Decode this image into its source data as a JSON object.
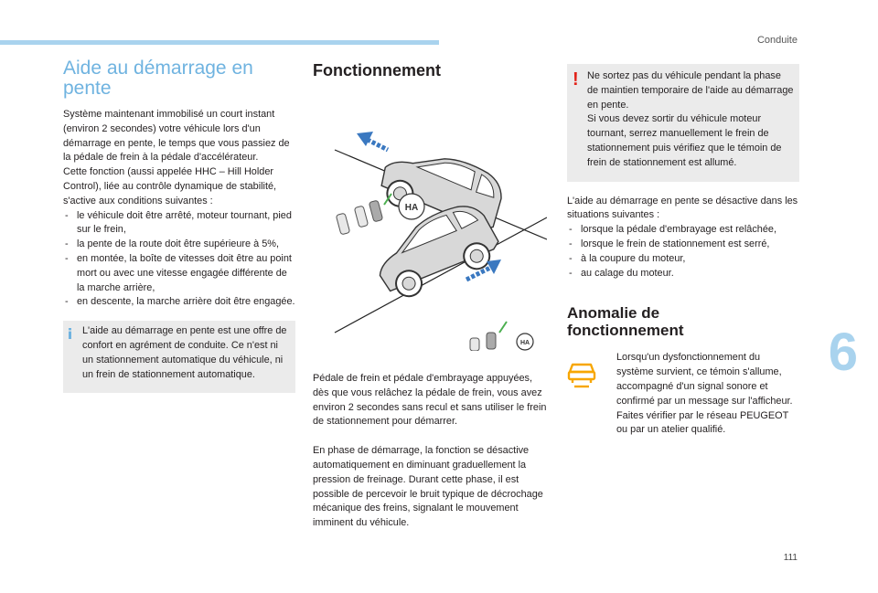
{
  "header": {
    "section": "Conduite"
  },
  "chapter_number": "6",
  "page_number": "111",
  "left": {
    "title_line1": "Aide au démarrage en",
    "title_line2": "pente",
    "intro": "Système maintenant immobilisé un court instant (environ 2 secondes) votre véhicule lors d'un démarrage en pente, le temps que vous passiez de la pédale de frein à la pédale d'accélérateur.",
    "intro2": "Cette fonction (aussi appelée HHC – Hill Holder Control), liée au contrôle dynamique de stabilité, s'active aux conditions suivantes :",
    "conditions": [
      "le véhicule doit être arrêté, moteur tournant, pied sur le frein,",
      "la pente de la route doit être supérieure à 5%,",
      "en montée, la boîte de vitesses doit être au point mort ou avec une vitesse engagée différente de la marche arrière,",
      "en descente, la marche arrière doit être engagée."
    ],
    "info": "L'aide au démarrage en pente est une offre de confort en agrément de conduite. Ce n'est ni un stationnement automatique du véhicule, ni un frein de stationnement automatique."
  },
  "middle": {
    "title": "Fonctionnement",
    "para1": "Pédale de frein et pédale d'embrayage appuyées, dès que vous relâchez la pédale de frein, vous avez environ 2 secondes sans recul et sans utiliser le frein de stationnement pour démarrer.",
    "para2": "En phase de démarrage, la fonction se désactive automatiquement en diminuant graduellement la pression de freinage. Durant cette phase, il est possible de percevoir le bruit typique de décrochage mécanique des freins, signalant le mouvement imminent du véhicule."
  },
  "right": {
    "warning": "Ne sortez pas du véhicule pendant la phase de maintien temporaire de l'aide au démarrage en pente.",
    "warning2": "Si vous devez sortir du véhicule moteur tournant, serrez manuellement le frein de stationnement puis vérifiez que le témoin de frein de stationnement est allumé.",
    "deact_intro": "L'aide au démarrage en pente se désactive dans les situations suivantes :",
    "deact_items": [
      "lorsque la pédale d'embrayage est relâchée,",
      "lorsque le frein de stationnement est serré,",
      "à la coupure du moteur,",
      "au calage du moteur."
    ],
    "anomaly_title1": "Anomalie de",
    "anomaly_title2": "fonctionnement",
    "anomaly_text": "Lorsqu'un dysfonctionnement du système survient, ce témoin s'allume, accompagné d'un signal sonore et confirmé par un message sur l'afficheur. Faites vérifier par le réseau PEUGEOT ou par un atelier qualifié."
  },
  "colors": {
    "accent_blue": "#6fb3e0",
    "box_gray": "#ebebeb",
    "warning_red": "#e2231a",
    "service_orange": "#f7a600"
  },
  "icons": {
    "info": "info-icon",
    "warning": "exclamation-icon",
    "service": "car-service-warning-icon",
    "hill_assist": "hill-assist-icon"
  }
}
